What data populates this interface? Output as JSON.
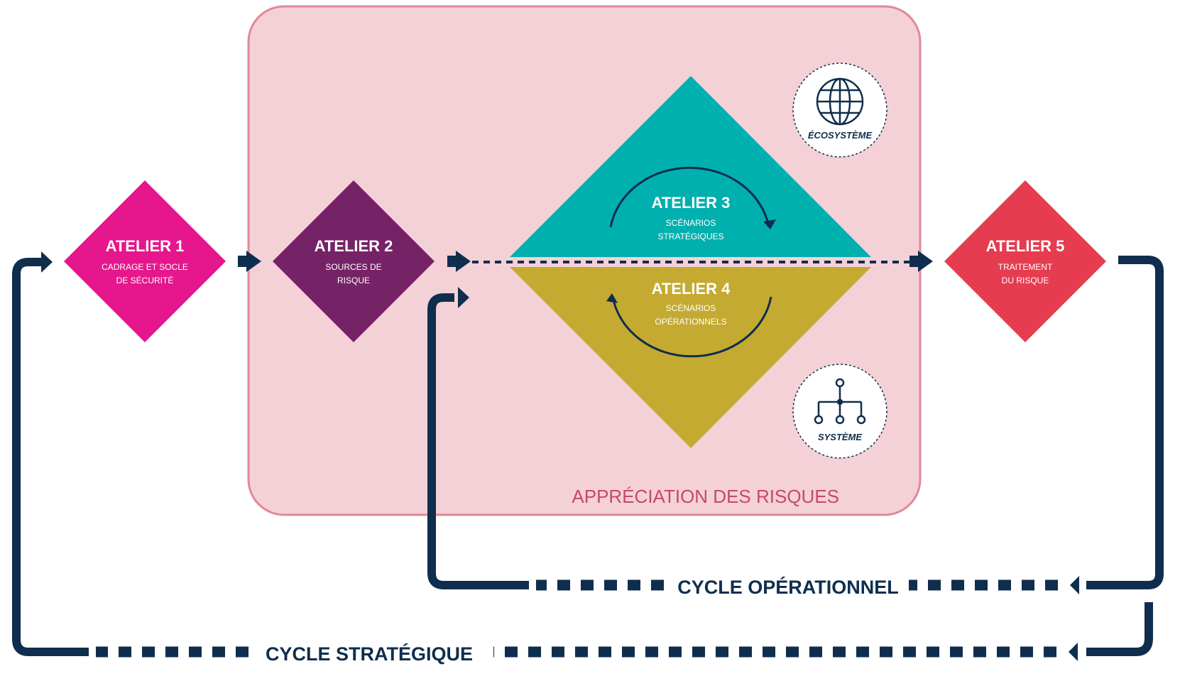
{
  "colors": {
    "navy": "#0f2e4e",
    "zone_fill": "#f4d1d6",
    "zone_stroke": "#e0889a",
    "zone_text": "#c8476b",
    "atelier1": "#e6178c",
    "atelier2": "#762267",
    "atelier3": "#00b0ae",
    "atelier4": "#c4aa30",
    "atelier5": "#e63c50"
  },
  "zone": {
    "label": "APPRÉCIATION DES RISQUES"
  },
  "ateliers": [
    {
      "id": "atelier1",
      "title": "ATELIER 1",
      "lines": [
        "CADRAGE ET SOCLE",
        "DE SÉCURITÉ"
      ]
    },
    {
      "id": "atelier2",
      "title": "ATELIER 2",
      "lines": [
        "SOURCES DE",
        "RISQUE"
      ]
    },
    {
      "id": "atelier3",
      "title": "ATELIER 3",
      "lines": [
        "SCÉNARIOS",
        "STRATÉGIQUES"
      ]
    },
    {
      "id": "atelier4",
      "title": "ATELIER 4",
      "lines": [
        "SCÉNARIOS",
        "OPÉRATIONNELS"
      ]
    },
    {
      "id": "atelier5",
      "title": "ATELIER 5",
      "lines": [
        "TRAITEMENT",
        "DU RISQUE"
      ]
    }
  ],
  "icons": {
    "ecosystem": {
      "name": "globe-icon",
      "label": "ÉCOSYSTÈME"
    },
    "system": {
      "name": "network-icon",
      "label": "SYSTÈME"
    }
  },
  "cycles": {
    "operational": "CYCLE OPÉRATIONNEL",
    "strategic": "CYCLE STRATÉGIQUE"
  }
}
